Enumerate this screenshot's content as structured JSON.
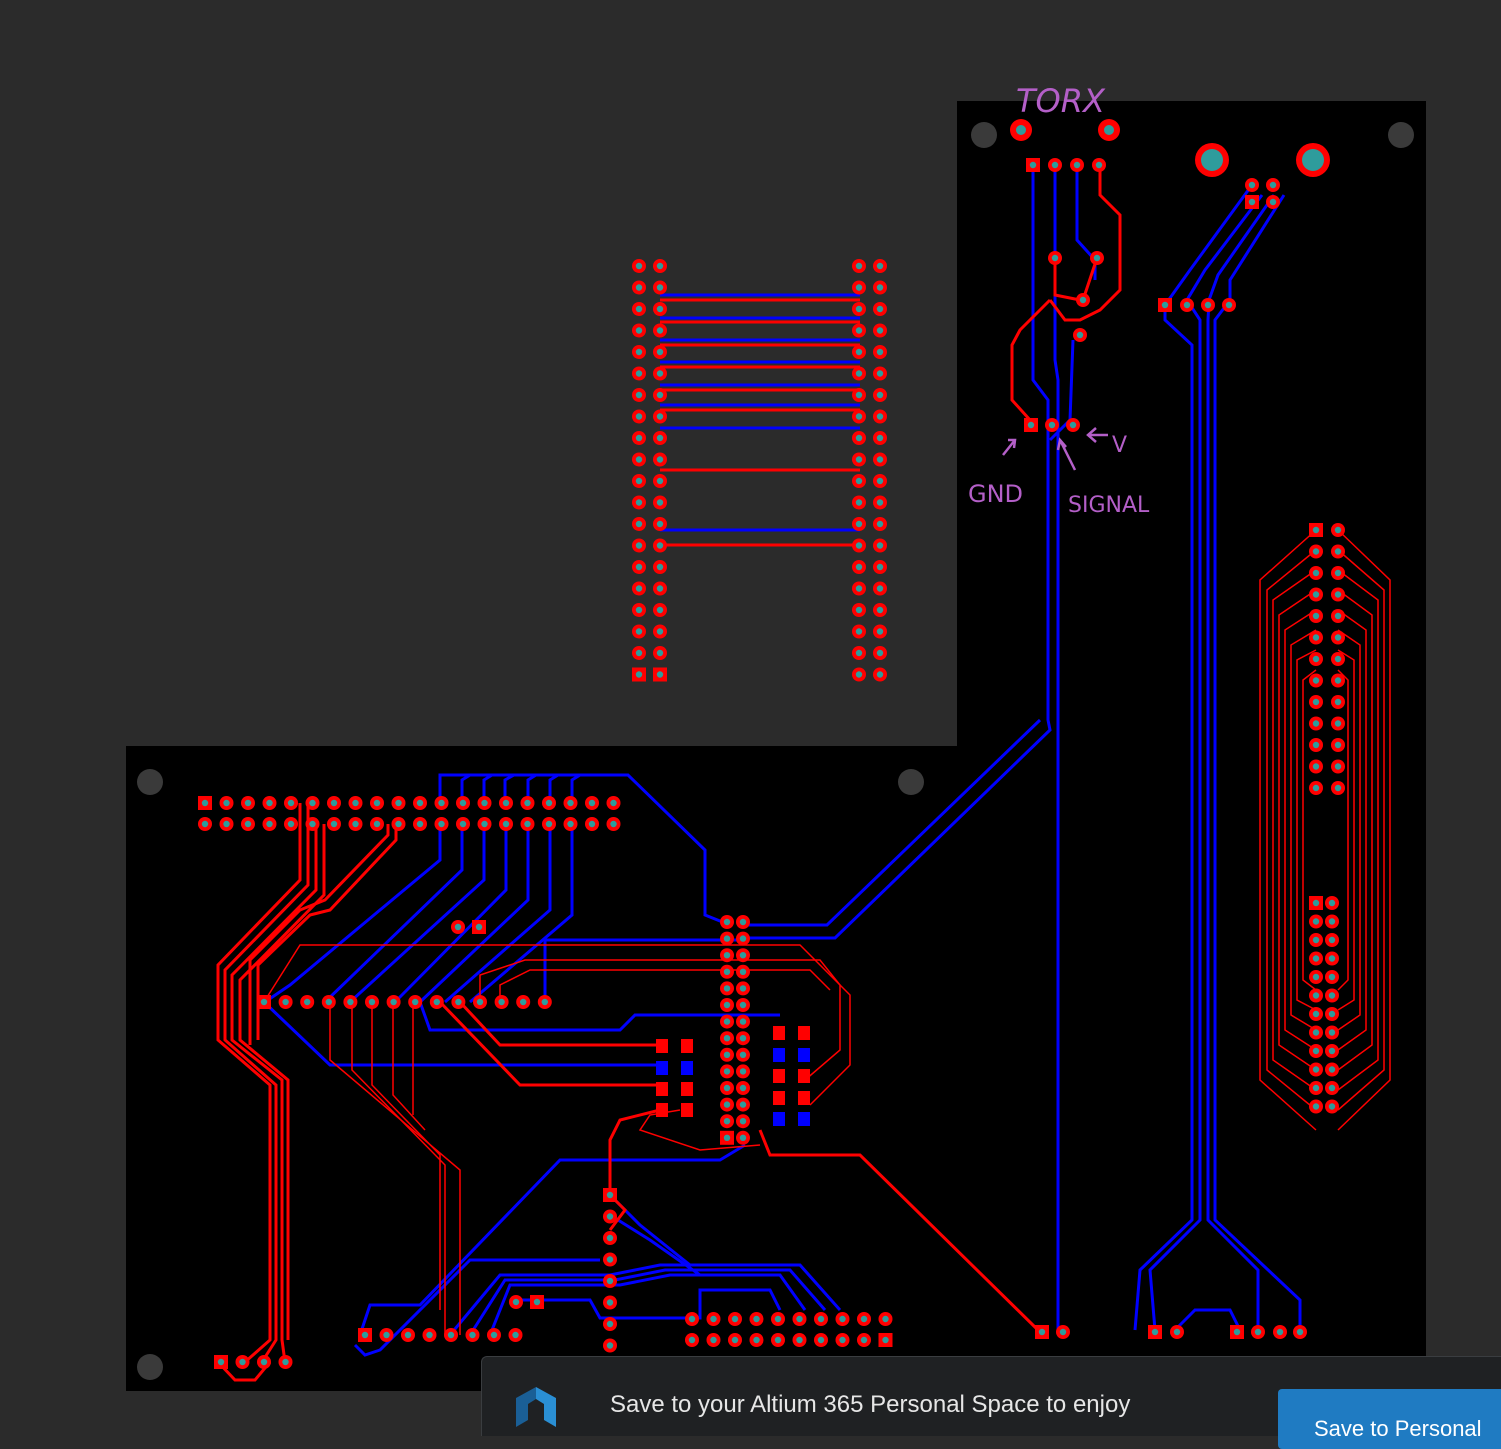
{
  "colors": {
    "background": "#2b2b2b",
    "board": "#000000",
    "top_layer": "#ff0000",
    "bottom_layer": "#0000ff",
    "pad_center": "#2e9c9c",
    "annotation": "#b45fc8",
    "banner_bg": "#1f2123",
    "button_bg": "#1f7bc2"
  },
  "annotations": {
    "torx": "TORX",
    "v": "V",
    "gnd": "GND",
    "signal": "SIGNAL"
  },
  "banner": {
    "text": "Save to your Altium 365 Personal Space to enjoy",
    "button_label": "Save to Personal",
    "logo_icon": "altium-logo-icon"
  }
}
